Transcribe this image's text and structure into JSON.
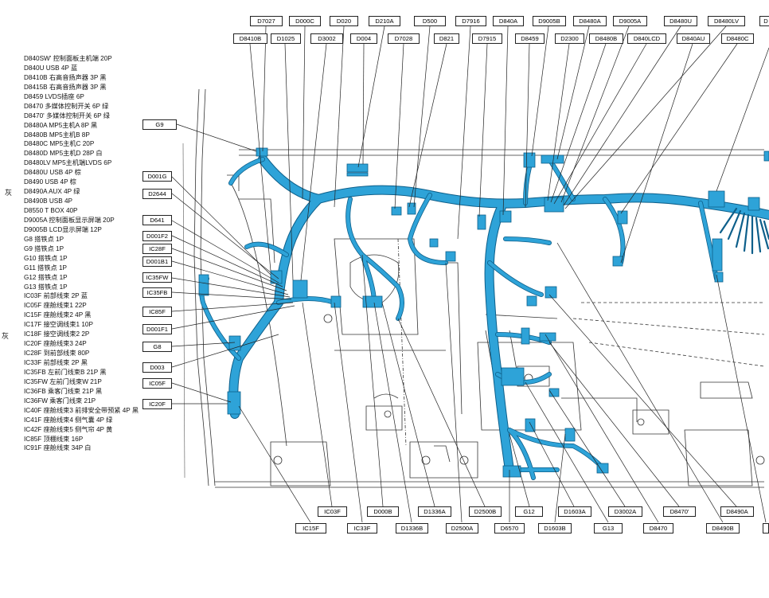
{
  "legend": [
    "D840SW' 控制面板主机端 20P",
    "D840U USB 4P 蓝",
    "D8410B 右高音扬声器 3P 黑",
    "D8415B 右高音扬声器 3P 黑",
    "D8459 LVDS插座 6P",
    "D8470 多媒体控制开关 6P 绿",
    "D8470' 多媒体控制开关 6P 绿",
    "D8480A MP5主机A 8P 黑",
    "D8480B MP5主机B 8P",
    "D8480C MP5主机C 20P",
    "D8480D MP5主机D 28P 白",
    "D8480LV MP5主机端LVDS 6P",
    "D8480U USB 4P 棕",
    "D8490 USB 4P 棕",
    "D8490A AUX 4P 绿",
    "D8490B USB 4P",
    "D8550 T BOX 40P",
    "D9005A 控制面板显示屏端 20P",
    "D9005B LCD显示屏端 12P",
    "G8 搭铁点 1P",
    "G9 搭铁点 1P",
    "G10 搭铁点 1P",
    "G11 搭铁点 1P",
    "G12 搭铁点 1P",
    "G13 搭铁点 1P",
    "IC03F 前部线束 2P 蓝",
    "IC05F 座舱线束1 22P",
    "IC15F 座舱线束2 4P 黑",
    "IC17F 接空调线束1 10P",
    "IC18F 接空调线束2 2P",
    "IC20F 座舱线束3 24P",
    "IC28F 到前部线束 80P",
    "IC33F 前部线束 2P 黑",
    "IC35FB 左前门线束B 21P 黑",
    "IC35FW 左前门线束W 21P",
    "IC36FB 乘客门线束 21P 黑",
    "IC36FW 乘客门线束 21P",
    "IC40F 座舱线束3 前排安全带预紧 4P 黑",
    "IC41F 座舱线束4 侧气囊 4P 绿",
    "IC42F 座舱线束5 侧气帘 4P 黄",
    "IC85F 顶棚线束 16P",
    "IC91F 座舱线束 34P 白"
  ],
  "side_marks": [
    "灰",
    "灰"
  ],
  "connectors_top_row1": [
    "D7027",
    "D000C",
    "D020",
    "D210A",
    "D500",
    "D7916",
    "D840A",
    "D9005B",
    "D8480A",
    "D9005A",
    "D8480U",
    "D8480LV",
    "D"
  ],
  "connectors_top_row2": [
    "D8410B",
    "D1025",
    "D3002",
    "D004",
    "D7028",
    "D821",
    "D7915",
    "D8459",
    "D2300",
    "D8480B",
    "D840LCD",
    "D840AU",
    "D8480C"
  ],
  "connectors_left": [
    "G9",
    "D001G",
    "D2644",
    "D641",
    "D001F2",
    "IC28F",
    "D001B1",
    "IC35FW",
    "IC35FB",
    "IC85F",
    "D001F1",
    "G8",
    "D003",
    "IC05F",
    "IC20F"
  ],
  "connectors_bottom_row1": [
    "IC03F",
    "D000B",
    "D1336A",
    "D2500B",
    "G12",
    "D1603A",
    "D3002A",
    "D8470'",
    "D8490A"
  ],
  "connectors_bottom_row2": [
    "IC15F",
    "IC33F",
    "D1336B",
    "D2500A",
    "D6570",
    "D1603B",
    "G13",
    "D8470",
    "D8490B",
    ""
  ],
  "colors": {
    "harness": "#2ea3d8",
    "harness_edge": "#0d5f8a",
    "body_line": "#333333",
    "background": "#ffffff"
  }
}
